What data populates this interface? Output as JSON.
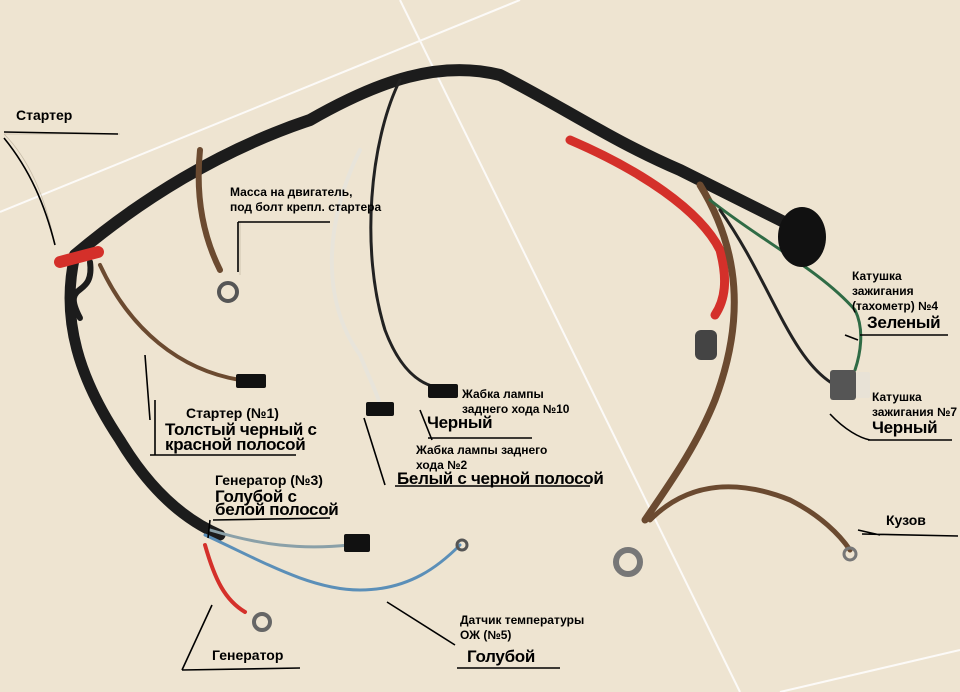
{
  "labels": {
    "starter": "Стартер",
    "ground_engine_1": "Масса на двигатель,",
    "ground_engine_2": "под болт крепл. стартера",
    "starter_no1_title": "Стартер (№1)",
    "starter_no1_color_1": "Толстый черный с",
    "starter_no1_color_2": "красной полосой",
    "generator_no3_title": "Генератор (№3)",
    "generator_no3_color_1": "Голубой с",
    "generator_no3_color_2": "белой полосой",
    "generator": "Генератор",
    "temp_sensor_1": "Датчик температуры",
    "temp_sensor_2": "ОЖ (№5)",
    "temp_sensor_color": "Голубой",
    "reverse_lamp_no2_1": "Жабка лампы заднего",
    "reverse_lamp_no2_2": "хода №2",
    "reverse_lamp_no2_color": "Белый с черной полосой",
    "reverse_lamp_no10_1": "Жабка лампы",
    "reverse_lamp_no10_2": "заднего хода №10",
    "reverse_lamp_no10_color": "Черный",
    "coil_no4_1": "Катушка",
    "coil_no4_2": "зажигания",
    "coil_no4_3": "(тахометр) №4",
    "coil_no4_color": "Зеленый",
    "coil_no7_1": "Катушка",
    "coil_no7_2": "зажигания №7",
    "coil_no7_color": "Черный",
    "body": "Кузов"
  },
  "colors": {
    "floor": "#efe6d4",
    "harness_black": "#1c1c1c",
    "red_wire": "#d4302a",
    "brown_wire": "#6b4a30",
    "blue_wire": "#5b8fb8",
    "green_wire": "#2f6b45",
    "white_wire": "#e8e4da",
    "text": "#000000"
  }
}
